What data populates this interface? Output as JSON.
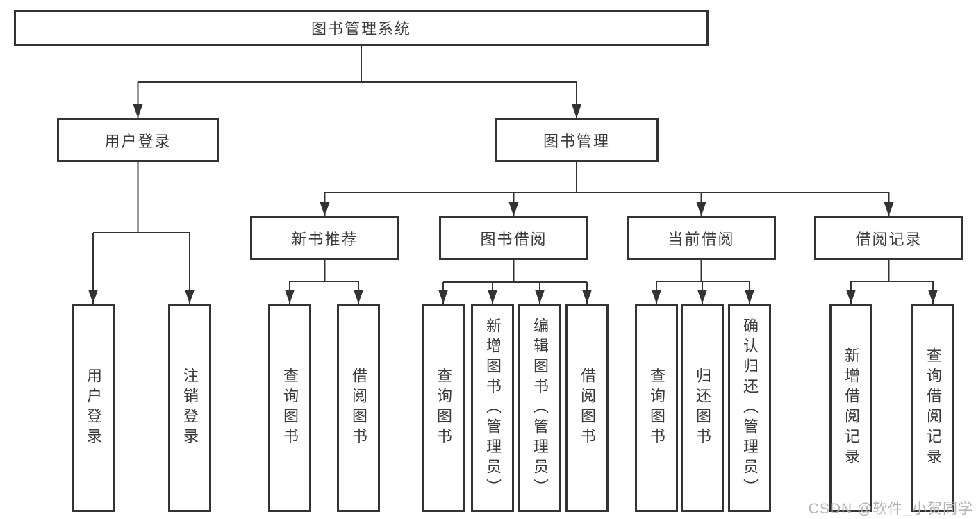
{
  "diagram": {
    "tree": {
      "label": "图书管理系统",
      "children": [
        {
          "label": "用户登录",
          "children": [
            {
              "label": "用户登录"
            },
            {
              "label": "注销登录"
            }
          ]
        },
        {
          "label": "图书管理",
          "children": [
            {
              "label": "新书推荐",
              "children": [
                {
                  "label": "查询图书"
                },
                {
                  "label": "借阅图书"
                }
              ]
            },
            {
              "label": "图书借阅",
              "children": [
                {
                  "label": "查询图书"
                },
                {
                  "label": "新增图书（管理员）"
                },
                {
                  "label": "编辑图书（管理员）"
                },
                {
                  "label": "借阅图书"
                }
              ]
            },
            {
              "label": "当前借阅",
              "children": [
                {
                  "label": "查询图书"
                },
                {
                  "label": "归还图书"
                },
                {
                  "label": "确认归还（管理员）"
                }
              ]
            },
            {
              "label": "借阅记录",
              "children": [
                {
                  "label": "新增借阅记录"
                },
                {
                  "label": "查询借阅记录"
                }
              ]
            }
          ]
        }
      ]
    },
    "colors": {
      "line": "#333333",
      "border": "#333333",
      "text": "#3a3a3a",
      "background": "#ffffff",
      "watermark": "#b3b3b3"
    }
  },
  "watermark": {
    "text": "CSDN @软件_小贺同学"
  }
}
